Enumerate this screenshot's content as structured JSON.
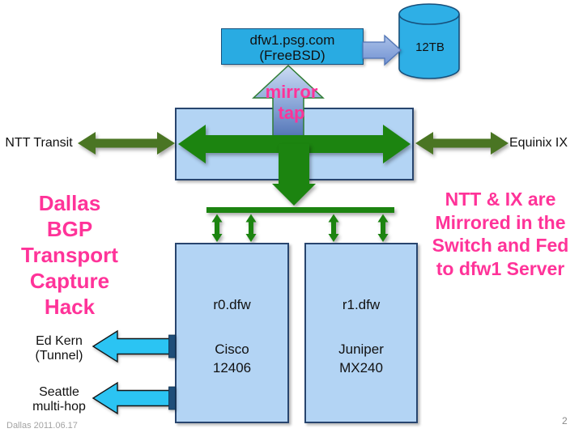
{
  "slide": {
    "footer": "Dallas 2011.06.17",
    "page_number": "2"
  },
  "server": {
    "name": "dfw1.psg.com",
    "os": "(FreeBSD)"
  },
  "storage": {
    "label": "12TB"
  },
  "mirror_tap": {
    "line1": "mirror",
    "line2": "tap"
  },
  "links": {
    "left": "NTT Transit",
    "right": "Equinix IX"
  },
  "routers": {
    "r0": {
      "name": "r0.dfw",
      "vendor": "Cisco",
      "model": "12406"
    },
    "r1": {
      "name": "r1.dfw",
      "vendor": "Juniper",
      "model": "MX240"
    }
  },
  "tunnels": {
    "ed_kern": {
      "line1": "Ed Kern",
      "line2": "(Tunnel)"
    },
    "seattle": {
      "line1": "Seattle",
      "line2": "multi-hop"
    }
  },
  "title": {
    "lines": [
      "Dallas",
      "BGP",
      "Transport",
      "Capture",
      "Hack"
    ]
  },
  "note": {
    "lines": [
      "NTT & IX are",
      "Mirrored in the",
      "Switch and Fed",
      "to dfw1 Server"
    ]
  },
  "colors": {
    "pink": "#ff3399",
    "bright_green": "#1c8410",
    "olive_green": "#4a7523",
    "cyan_fill": "#2eafe6",
    "light_blue": "#b3d4f4",
    "cyan_arrow": "#2bc4f3",
    "box_border": "#28456e"
  }
}
